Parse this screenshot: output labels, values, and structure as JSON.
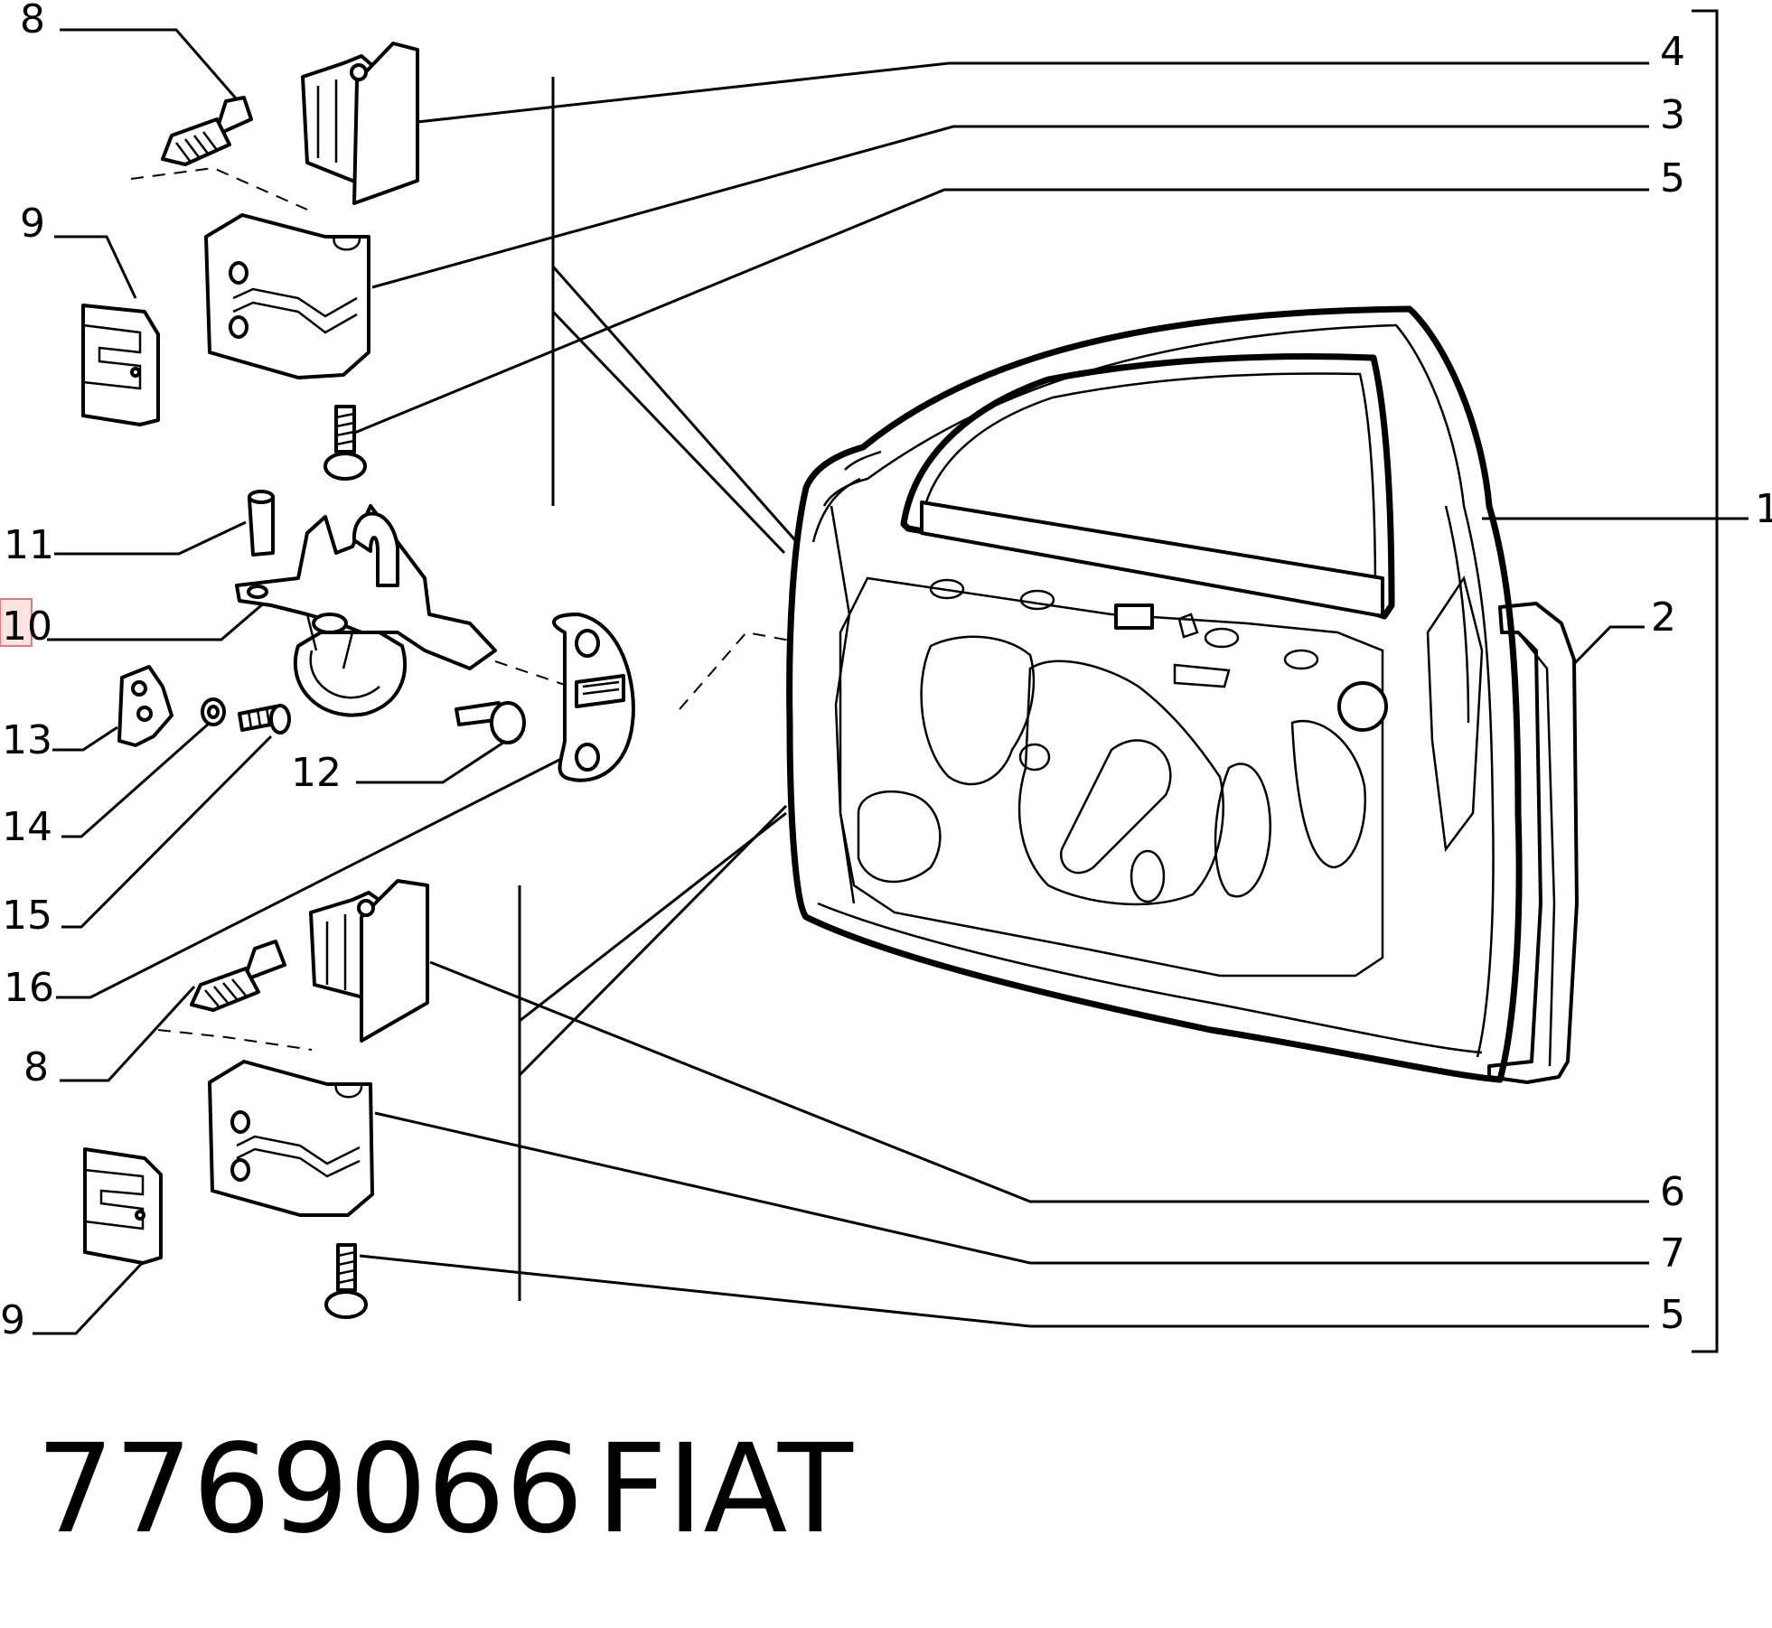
{
  "callouts": [
    {
      "id": "c1",
      "text": "1"
    },
    {
      "id": "c2",
      "text": "2"
    },
    {
      "id": "c3",
      "text": "3"
    },
    {
      "id": "c4",
      "text": "4"
    },
    {
      "id": "c5a",
      "text": "5"
    },
    {
      "id": "c5b",
      "text": "5"
    },
    {
      "id": "c6",
      "text": "6"
    },
    {
      "id": "c7",
      "text": "7"
    },
    {
      "id": "c8a",
      "text": "8"
    },
    {
      "id": "c8b",
      "text": "8"
    },
    {
      "id": "c9a",
      "text": "9"
    },
    {
      "id": "c9b",
      "text": "9"
    },
    {
      "id": "c10",
      "text": "10"
    },
    {
      "id": "c11",
      "text": "11"
    },
    {
      "id": "c12",
      "text": "12"
    },
    {
      "id": "c13",
      "text": "13"
    },
    {
      "id": "c14",
      "text": "14"
    },
    {
      "id": "c15",
      "text": "15"
    },
    {
      "id": "c16",
      "text": "16"
    }
  ],
  "caption": {
    "part_number": "7769066",
    "brand": "FIAT"
  }
}
